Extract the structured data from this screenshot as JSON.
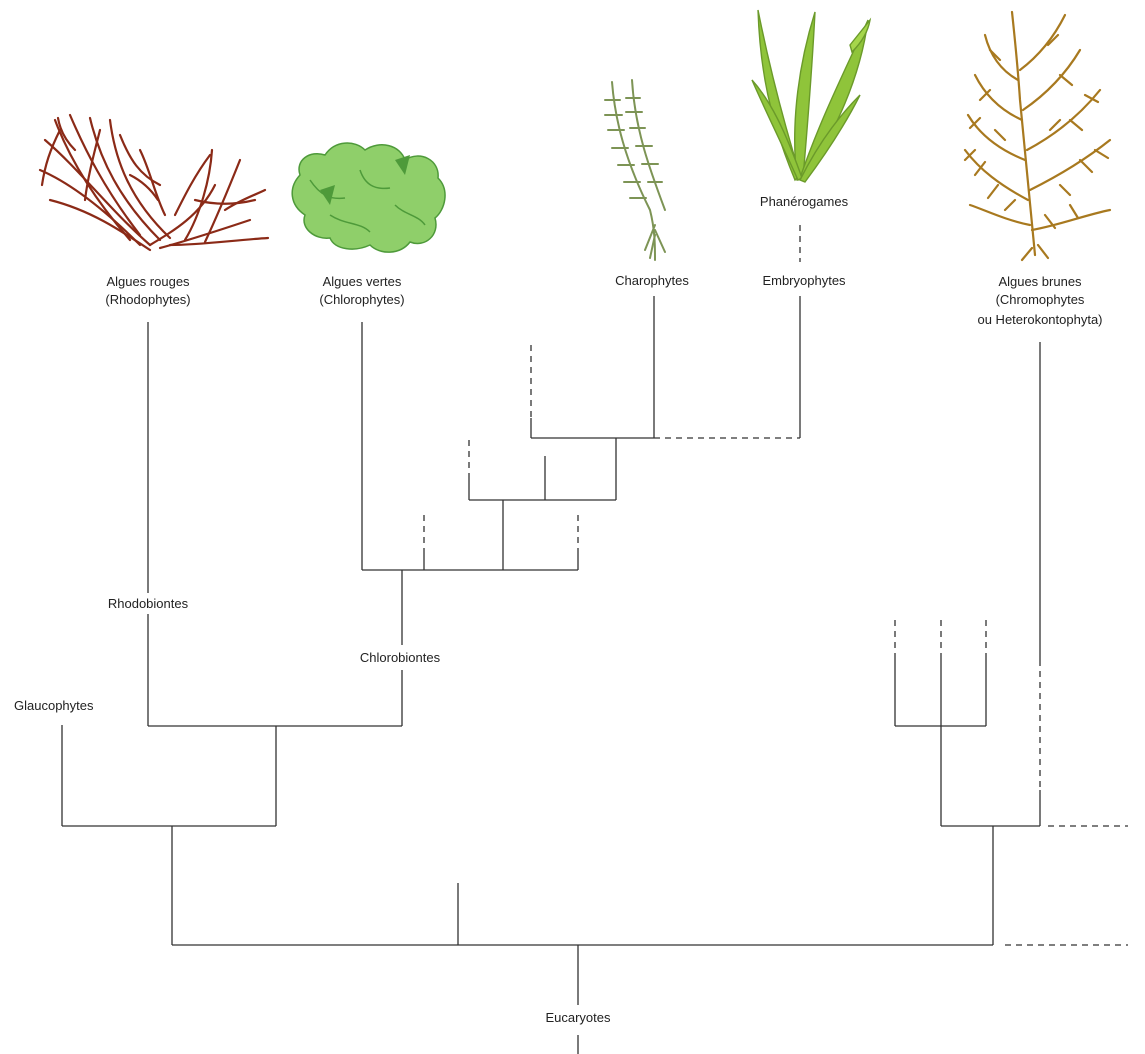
{
  "diagram": {
    "root": "Eucaryotes",
    "clades": {
      "rhodobiontes": "Rhodobiontes",
      "chlorobiontes": "Chlorobiontes",
      "glaucophytes": "Glaucophytes"
    },
    "leaves": {
      "red_algae": [
        "Algues rouges",
        "(Rhodophytes)"
      ],
      "green_algae": [
        "Algues vertes",
        "(Chlorophytes)"
      ],
      "charophytes": "Charophytes",
      "embryophytes": "Embryophytes",
      "phanerogames": "Phanérogames",
      "brown_algae": [
        "Algues brunes",
        "(Chromophytes",
        "ou Heterokontophyta)"
      ]
    }
  },
  "colors": {
    "line": "#333333",
    "red_alga": "#8b2a17",
    "green_alga_light": "#8fcf6a",
    "green_alga_dark": "#4e9a3a",
    "charophyte": "#7d9455",
    "phanerogam": "#8fc43a",
    "brown_alga": "#a8791f"
  },
  "icons": [
    "red-alga-illustration",
    "green-alga-illustration",
    "charophyte-illustration",
    "phanerogam-illustration",
    "brown-alga-illustration"
  ]
}
